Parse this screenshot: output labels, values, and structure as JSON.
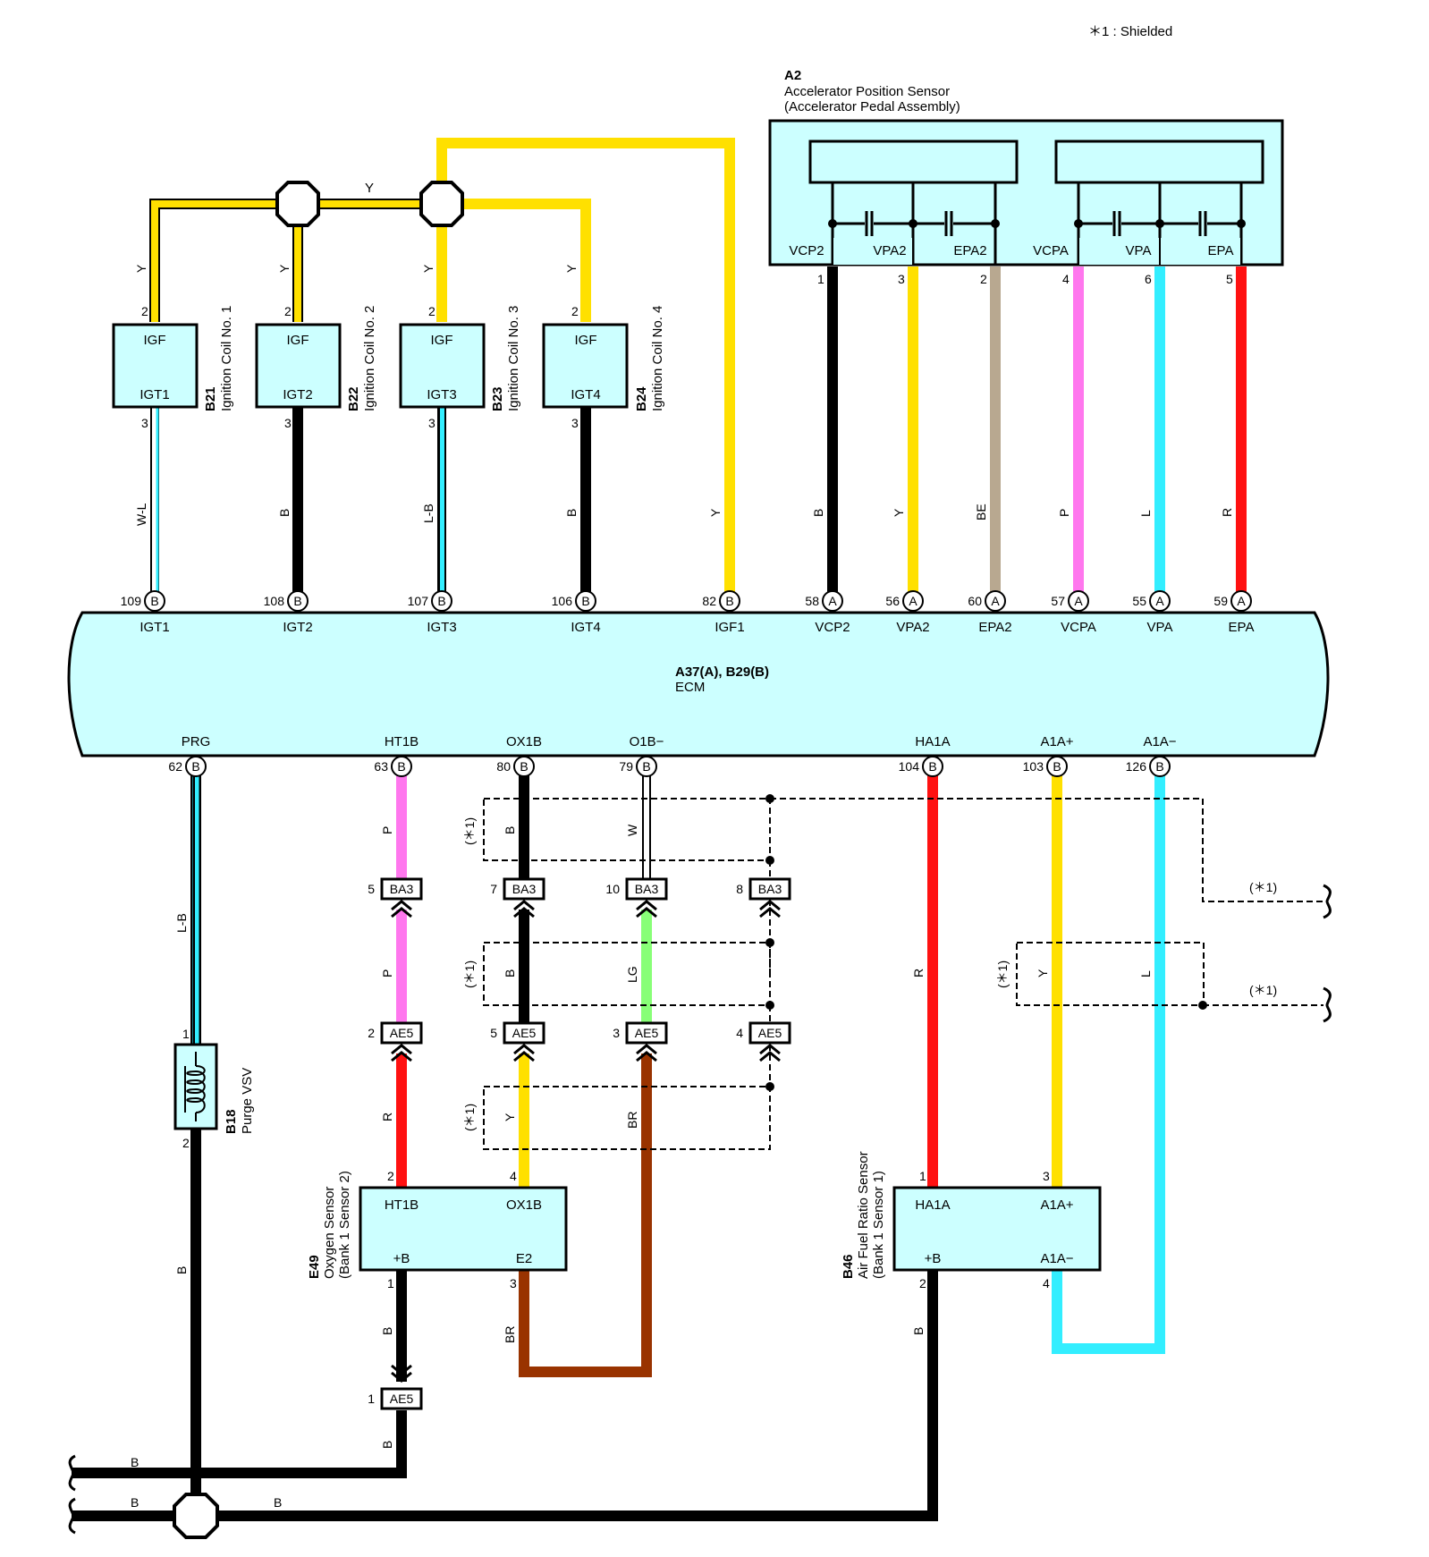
{
  "note": "＊1 : Shielded",
  "accel_sensor": {
    "code": "A2",
    "name": "Accelerator Position Sensor",
    "sub": "(Accelerator Pedal Assembly)",
    "terminals": [
      "VCP2",
      "VPA2",
      "EPA2",
      "VCPA",
      "VPA",
      "EPA"
    ],
    "pins": [
      "1",
      "3",
      "2",
      "4",
      "6",
      "5"
    ]
  },
  "coils": [
    {
      "code": "B21",
      "name": "Ignition Coil No. 1",
      "top": "IGF",
      "bottom": "IGT1",
      "pin_top": "2",
      "pin_bottom": "3",
      "wire_bottom": "W-L",
      "wire_top": "Y"
    },
    {
      "code": "B22",
      "name": "Ignition Coil No. 2",
      "top": "IGF",
      "bottom": "IGT2",
      "pin_top": "2",
      "pin_bottom": "3",
      "wire_bottom": "B",
      "wire_top": "Y"
    },
    {
      "code": "B23",
      "name": "Ignition Coil No. 3",
      "top": "IGF",
      "bottom": "IGT3",
      "pin_top": "2",
      "pin_bottom": "3",
      "wire_bottom": "L-B",
      "wire_top": "Y"
    },
    {
      "code": "B24",
      "name": "Ignition Coil No. 4",
      "top": "IGF",
      "bottom": "IGT4",
      "pin_top": "2",
      "pin_bottom": "3",
      "wire_bottom": "B",
      "wire_top": "Y"
    }
  ],
  "igf_bus_label": "Y",
  "ecm": {
    "code": "A37(A), B29(B)",
    "name": "ECM",
    "top_pins": [
      {
        "num": "109",
        "conn": "B",
        "label": "IGT1",
        "wire": "W-L"
      },
      {
        "num": "108",
        "conn": "B",
        "label": "IGT2",
        "wire": "B"
      },
      {
        "num": "107",
        "conn": "B",
        "label": "IGT3",
        "wire": "L-B"
      },
      {
        "num": "106",
        "conn": "B",
        "label": "IGT4",
        "wire": "B"
      },
      {
        "num": "82",
        "conn": "B",
        "label": "IGF1",
        "wire": "Y"
      },
      {
        "num": "58",
        "conn": "A",
        "label": "VCP2",
        "wire": "B"
      },
      {
        "num": "56",
        "conn": "A",
        "label": "VPA2",
        "wire": "Y"
      },
      {
        "num": "60",
        "conn": "A",
        "label": "EPA2",
        "wire": "BE"
      },
      {
        "num": "57",
        "conn": "A",
        "label": "VCPA",
        "wire": "P"
      },
      {
        "num": "55",
        "conn": "A",
        "label": "VPA",
        "wire": "L"
      },
      {
        "num": "59",
        "conn": "A",
        "label": "EPA",
        "wire": "R"
      }
    ],
    "bottom_pins": [
      {
        "num": "62",
        "conn": "B",
        "label": "PRG"
      },
      {
        "num": "63",
        "conn": "B",
        "label": "HT1B"
      },
      {
        "num": "80",
        "conn": "B",
        "label": "OX1B"
      },
      {
        "num": "79",
        "conn": "B",
        "label": "O1B−"
      },
      {
        "num": "104",
        "conn": "B",
        "label": "HA1A"
      },
      {
        "num": "103",
        "conn": "B",
        "label": "A1A+"
      },
      {
        "num": "126",
        "conn": "B",
        "label": "A1A−"
      }
    ]
  },
  "connectors": {
    "ba3": {
      "name": "BA3",
      "pins": [
        "5",
        "7",
        "10",
        "8"
      ]
    },
    "ae5": {
      "name": "AE5",
      "pins": [
        "2",
        "5",
        "3",
        "4"
      ]
    },
    "ae5_ground": {
      "name": "AE5",
      "pin": "1"
    }
  },
  "wire_labels": {
    "prg": "L-B",
    "prg_ground": "B",
    "ht1b_upper": "P",
    "ht1b_mid": "P",
    "ht1b_lower": "R",
    "ox1b_upper": "B",
    "ox1b_mid": "B",
    "ox1b_lower": "Y",
    "o1b_upper": "W",
    "o1b_mid": "LG",
    "o1b_lower": "BR",
    "e2": "BR",
    "o2_ground": "B",
    "o2_ground_lower": "B",
    "ha1a": "R",
    "a1a_plus": "Y",
    "a1a_minus": "L",
    "af_ground": "B",
    "ground_1": "B",
    "ground_2": "B",
    "ground_3": "B"
  },
  "shield_label": "(＊1)",
  "vsv": {
    "code": "B18",
    "name": "Purge VSV",
    "pin_top": "1",
    "pin_bottom": "2"
  },
  "o2_sensor": {
    "code": "E49",
    "name": "Oxygen Sensor",
    "sub": "(Bank 1 Sensor 2)",
    "t1": "HT1B",
    "t2": "OX1B",
    "t3": "+B",
    "t4": "E2",
    "pin_t1": "2",
    "pin_t2": "4",
    "pin_t3": "1",
    "pin_t4": "3"
  },
  "af_sensor": {
    "code": "B46",
    "name": "Air Fuel Ratio Sensor",
    "sub": "(Bank 1 Sensor 1)",
    "t1": "HA1A",
    "t2": "A1A+",
    "t3": "+B",
    "t4": "A1A−",
    "pin_t1": "1",
    "pin_t2": "3",
    "pin_t3": "2",
    "pin_t4": "4"
  },
  "colors": {
    "yellow": "#ffe000",
    "black": "#000000",
    "cyan": "#33eeff",
    "pink": "#ff77ee",
    "red": "#ff1111",
    "tan": "#b8a890",
    "green": "#88ff77",
    "brown": "#993300",
    "box_fill": "#ccffff",
    "white": "#ffffff"
  }
}
